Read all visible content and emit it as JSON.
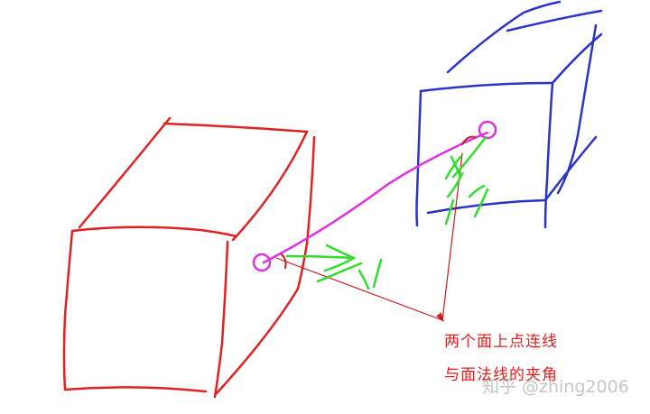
{
  "annotation": {
    "line1": "两个面上点连线",
    "line2": "与面法线的夹角"
  },
  "watermark": "知乎 @zhing2006",
  "colors": {
    "red_cube": "#e02222",
    "blue_cube": "#2a35c8",
    "connecting_line": "#e030e0",
    "normal_arrows": "#30dd30",
    "pointer_lines": "#cc1a1a",
    "angle_arc": "#c02020"
  }
}
